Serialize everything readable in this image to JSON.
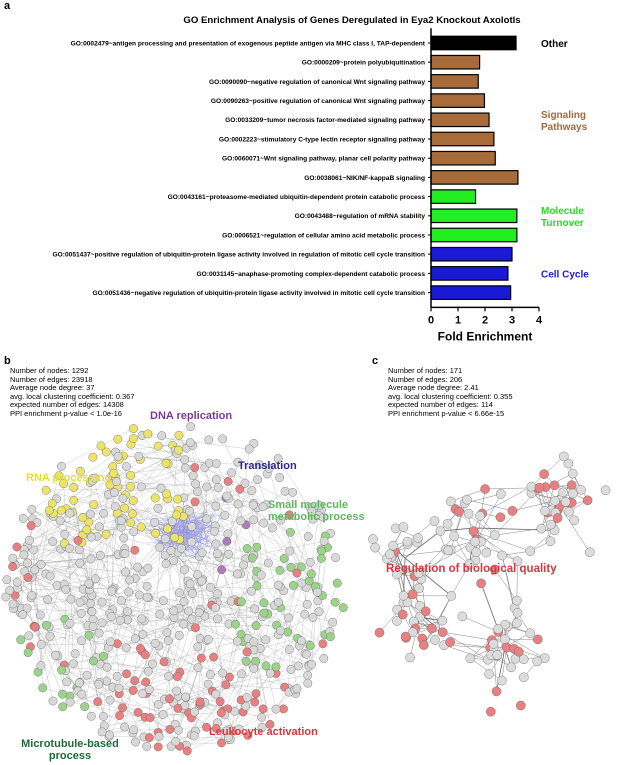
{
  "panels": {
    "a": "a",
    "b": "b",
    "c": "c"
  },
  "chart_data": {
    "type": "bar",
    "orientation": "horizontal",
    "title": "GO Enrichment Analysis of Genes Deregulated in Eya2 Knockout Axolotls",
    "xlabel": "Fold Enrichment",
    "ylabel": "",
    "xlim": [
      0,
      4
    ],
    "xticks": [
      "0",
      "1",
      "2",
      "3",
      "4"
    ],
    "grid": false,
    "bars": [
      {
        "label": "GO:0002479~antigen processing and presentation of exogenous peptide antigen via MHC class I, TAP-dependent",
        "value": 3.15,
        "group": "Other"
      },
      {
        "label": "GO:0000209~protein polyubiquitination",
        "value": 1.8,
        "group": "Signaling Pathways"
      },
      {
        "label": "GO:0090090~negative regulation of canonical Wnt signaling pathway",
        "value": 1.75,
        "group": "Signaling Pathways"
      },
      {
        "label": "GO:0090263~positive regulation of canonical Wnt signaling pathway",
        "value": 1.98,
        "group": "Signaling Pathways"
      },
      {
        "label": "GO:0033209~tumor necrosis factor-mediated signaling pathway",
        "value": 2.15,
        "group": "Signaling Pathways"
      },
      {
        "label": "GO:0002223~stimulatory C-type lectin receptor signaling pathway",
        "value": 2.33,
        "group": "Signaling Pathways"
      },
      {
        "label": "GO:0060071~Wnt signaling pathway, planar cell polarity pathway",
        "value": 2.38,
        "group": "Signaling Pathways"
      },
      {
        "label": "GO:0038061~NIK/NF-kappaB signaling",
        "value": 3.22,
        "group": "Signaling Pathways"
      },
      {
        "label": "GO:0043161~proteasome-mediated ubiquitin-dependent protein catabolic process",
        "value": 1.65,
        "group": "Molecule Turnover"
      },
      {
        "label": "GO:0043488~regulation of mRNA stability",
        "value": 3.18,
        "group": "Molecule Turnover"
      },
      {
        "label": "GO:0006521~regulation of cellular amino acid metabolic process",
        "value": 3.18,
        "group": "Molecule Turnover"
      },
      {
        "label": "GO:0051437~positive regulation of ubiquitin-protein ligase activity involved in regulation of mitotic cell cycle transition",
        "value": 3.0,
        "group": "Cell Cycle"
      },
      {
        "label": "GO:0031145~anaphase-promoting complex-dependent catabolic process",
        "value": 2.85,
        "group": "Cell Cycle"
      },
      {
        "label": "GO:0051436~negative regulation of ubiquitin-protein ligase activity involved in mitotic cell cycle transition",
        "value": 2.95,
        "group": "Cell Cycle"
      }
    ],
    "groups": [
      {
        "name": "Other",
        "label_lines": [
          "Other"
        ],
        "color": "#000000",
        "text_color": "#000000"
      },
      {
        "name": "Signaling Pathways",
        "label_lines": [
          "Signaling",
          "Pathways"
        ],
        "color": "#a86c3a",
        "text_color": "#a06a3c"
      },
      {
        "name": "Molecule Turnover",
        "label_lines": [
          "Molecule",
          "Turnover"
        ],
        "color": "#22ee22",
        "text_color": "#22dd22"
      },
      {
        "name": "Cell Cycle",
        "label_lines": [
          "Cell Cycle"
        ],
        "color": "#1a1ad6",
        "text_color": "#1a1ad6"
      }
    ]
  },
  "network_b": {
    "stats": [
      "Number of nodes: 1292",
      "Number of edges: 23918",
      "Average node degree: 37",
      "avg. local clustering coefficient: 0.367",
      "expected number of edges: 14308",
      "PPI enrichment p-value < 1.0e-16"
    ],
    "clusters": [
      {
        "label": "DNA replication",
        "color": "#7a3a9a"
      },
      {
        "label": "Translation",
        "color": "#2a2a8a"
      },
      {
        "label": "RNA processing",
        "color": "#e6dc3a"
      },
      {
        "label": "Small molecule metabolic process",
        "color": "#5cb85c"
      },
      {
        "label": "Leukocyte activation",
        "color": "#d9363e"
      },
      {
        "label": "Microtubule-based process",
        "color": "#1f6a3a"
      }
    ],
    "node_colors": {
      "default": "#d8d8d8",
      "yellow": "#ece36a",
      "green": "#9bd38a",
      "red": "#e78080",
      "blue": "#6a6ad0",
      "purple": "#b07ac0"
    }
  },
  "network_c": {
    "stats": [
      "Number of nodes: 171",
      "Number of edges: 206",
      "Average node degree: 2.41",
      "avg. local clustering coefficient: 0.355",
      "expected number of edges: 114",
      "PPI enrichment p-value < 6.66e-15"
    ],
    "clusters": [
      {
        "label": "Regulation of biological quality",
        "color": "#d9363e"
      }
    ],
    "node_colors": {
      "default": "#dcdcdc",
      "red": "#e78080"
    }
  }
}
